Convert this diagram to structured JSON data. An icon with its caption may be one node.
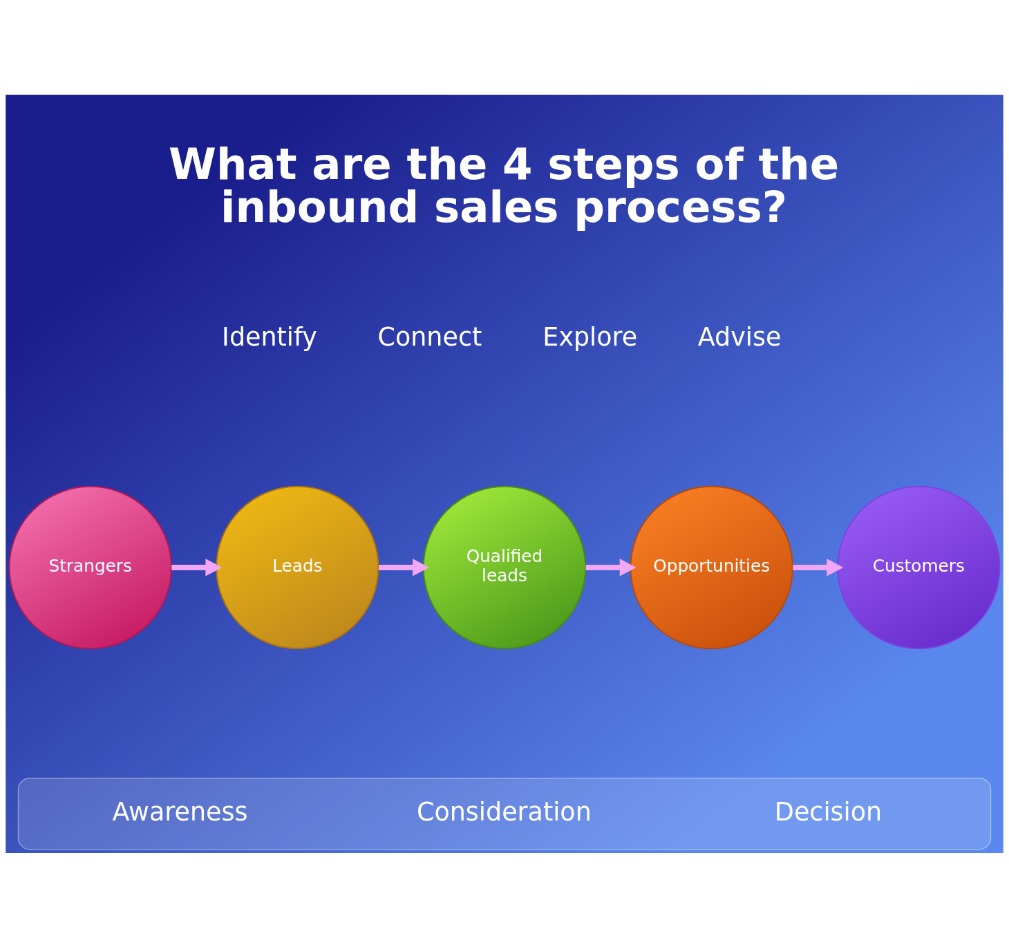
{
  "diagram": {
    "title": "What are the 4 steps of the inbound sales process?",
    "nodes": [
      {
        "text": [
          "Strangers"
        ]
      },
      {
        "text": [
          "Leads"
        ]
      },
      {
        "text": [
          "Qualified leads"
        ]
      },
      {
        "text": [
          "Opportunities"
        ]
      },
      {
        "text": [
          "Customers"
        ]
      },
      {
        "text": [
          "Awareness",
          "Consideration",
          "Decision"
        ]
      }
    ],
    "edges": [
      {
        "from": 0,
        "to": 1,
        "arrow": "to"
      },
      {
        "from": 1,
        "to": 2,
        "arrow": "to"
      },
      {
        "from": 2,
        "to": 3,
        "arrow": "to"
      },
      {
        "from": 3,
        "to": 4,
        "arrow": "to"
      }
    ],
    "labels": [
      "Identify",
      "Connect",
      "Explore",
      "Advise"
    ]
  }
}
